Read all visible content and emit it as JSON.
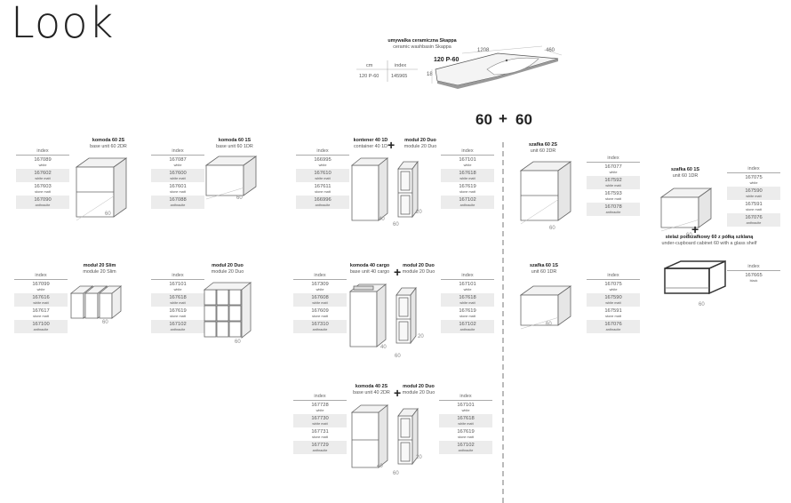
{
  "page": {
    "title": "Look",
    "plus": "+"
  },
  "washbasin": {
    "name_pl": "umywalka ceramiczna Skappa",
    "name_en": "ceramic washbasin Skappa",
    "cm_label": "cm",
    "index_label": "index",
    "size": "120 P-60",
    "index": "145965",
    "model": "120 P-60",
    "dim_width": "1208",
    "dim_depth": "460",
    "dim_height": "18"
  },
  "combo": {
    "left": "60",
    "plus": "+",
    "right": "60"
  },
  "products": [
    {
      "id": "komoda6025",
      "title_pl": "komoda 60 2S",
      "title_en": "base unit 60 2DR",
      "dims": [
        "60"
      ],
      "index_label": "index",
      "rows": [
        {
          "code": "167089",
          "color": "white"
        },
        {
          "code": "167602",
          "color": "white matt"
        },
        {
          "code": "167603",
          "color": "stone matt"
        },
        {
          "code": "167090",
          "color": "anthracite"
        }
      ]
    },
    {
      "id": "komoda6015",
      "title_pl": "komoda 60 1S",
      "title_en": "base unit 60 1DR",
      "dims": [
        "60"
      ],
      "index_label": "index",
      "rows": [
        {
          "code": "167087",
          "color": "white"
        },
        {
          "code": "167600",
          "color": "white matt"
        },
        {
          "code": "167601",
          "color": "stone matt"
        },
        {
          "code": "167088",
          "color": "anthracite"
        }
      ]
    },
    {
      "id": "kontener",
      "title_pl": "kontener 40 1D",
      "title_en": "container 40 1D",
      "title2_pl": "moduł 20 Duo",
      "title2_en": "module 20 Duo",
      "dims": [
        "40",
        "60",
        "20"
      ],
      "index_label": "index",
      "rows": [
        {
          "code": "166995",
          "color": "white"
        },
        {
          "code": "167610",
          "color": "white matt"
        },
        {
          "code": "167611",
          "color": "stone matt"
        },
        {
          "code": "166996",
          "color": "anthracite"
        }
      ],
      "index_label2": "index",
      "rows2": [
        {
          "code": "167101",
          "color": "white"
        },
        {
          "code": "167618",
          "color": "white matt"
        },
        {
          "code": "167619",
          "color": "stone matt"
        },
        {
          "code": "167102",
          "color": "anthracite"
        }
      ]
    },
    {
      "id": "szafka6025",
      "title_pl": "szafka 60 2S",
      "title_en": "unit 60 2DR",
      "dims": [
        "60"
      ],
      "index_label": "index",
      "rows": [
        {
          "code": "167077",
          "color": "white"
        },
        {
          "code": "167592",
          "color": "white matt"
        },
        {
          "code": "167593",
          "color": "stone matt"
        },
        {
          "code": "167078",
          "color": "anthracite"
        }
      ]
    },
    {
      "id": "szafka6015r",
      "title_pl": "szafka 60 1S",
      "title_en": "unit 60 1DR",
      "dims": [
        "60"
      ],
      "index_label": "index",
      "rows": [
        {
          "code": "167075",
          "color": "white"
        },
        {
          "code": "167590",
          "color": "white matt"
        },
        {
          "code": "167591",
          "color": "stone matt"
        },
        {
          "code": "167076",
          "color": "anthracite"
        }
      ]
    },
    {
      "id": "stelaz",
      "title_pl": "stelaż podszafkowy 60 z półką szklaną",
      "title_en": "under-cupboard cabinet 60 with a glass shelf",
      "dims": [
        "60"
      ],
      "index_label": "index",
      "rows": [
        {
          "code": "167665",
          "color": "black"
        }
      ]
    },
    {
      "id": "slim",
      "title_pl": "moduł 20 Slim",
      "title_en": "module 20 Slim",
      "dims": [
        "60"
      ],
      "index_label": "index",
      "rows": [
        {
          "code": "167099",
          "color": "white"
        },
        {
          "code": "167616",
          "color": "white matt"
        },
        {
          "code": "167617",
          "color": "stone matt"
        },
        {
          "code": "167100",
          "color": "anthracite"
        }
      ]
    },
    {
      "id": "duo",
      "title_pl": "moduł 20 Duo",
      "title_en": "module 20 Duo",
      "dims": [
        "60"
      ],
      "index_label": "index",
      "rows": [
        {
          "code": "167101",
          "color": "white"
        },
        {
          "code": "167618",
          "color": "white matt"
        },
        {
          "code": "167619",
          "color": "stone matt"
        },
        {
          "code": "167102",
          "color": "anthracite"
        }
      ]
    },
    {
      "id": "cargo",
      "title_pl": "komoda 40 cargo",
      "title_en": "base unit 40 cargo",
      "title2_pl": "moduł 20 Duo",
      "title2_en": "module 20 Duo",
      "dims": [
        "40",
        "60",
        "20"
      ],
      "index_label": "index",
      "rows": [
        {
          "code": "167309",
          "color": "white"
        },
        {
          "code": "167608",
          "color": "white matt"
        },
        {
          "code": "167609",
          "color": "stone matt"
        },
        {
          "code": "167310",
          "color": "anthracite"
        }
      ],
      "index_label2": "index",
      "rows2": [
        {
          "code": "167101",
          "color": "white"
        },
        {
          "code": "167618",
          "color": "white matt"
        },
        {
          "code": "167619",
          "color": "stone matt"
        },
        {
          "code": "167102",
          "color": "anthracite"
        }
      ]
    },
    {
      "id": "szafka6015b",
      "title_pl": "szafka 60 1S",
      "title_en": "unit 60 1DR",
      "dims": [
        "60"
      ],
      "index_label": "index",
      "rows": [
        {
          "code": "167075",
          "color": "white"
        },
        {
          "code": "167590",
          "color": "white matt"
        },
        {
          "code": "167591",
          "color": "stone matt"
        },
        {
          "code": "167076",
          "color": "anthracite"
        }
      ]
    },
    {
      "id": "komoda4025",
      "title_pl": "komoda 40 2S",
      "title_en": "base unit 40 2DR",
      "title2_pl": "moduł 20 Duo",
      "title2_en": "module 20 Duo",
      "dims": [
        "40",
        "60",
        "20"
      ],
      "index_label": "index",
      "rows": [
        {
          "code": "167728",
          "color": "white"
        },
        {
          "code": "167730",
          "color": "white matt"
        },
        {
          "code": "167731",
          "color": "stone matt"
        },
        {
          "code": "167729",
          "color": "anthracite"
        }
      ],
      "index_label2": "index",
      "rows2": [
        {
          "code": "167101",
          "color": "white"
        },
        {
          "code": "167618",
          "color": "white matt"
        },
        {
          "code": "167619",
          "color": "stone matt"
        },
        {
          "code": "167102",
          "color": "anthracite"
        }
      ]
    }
  ]
}
